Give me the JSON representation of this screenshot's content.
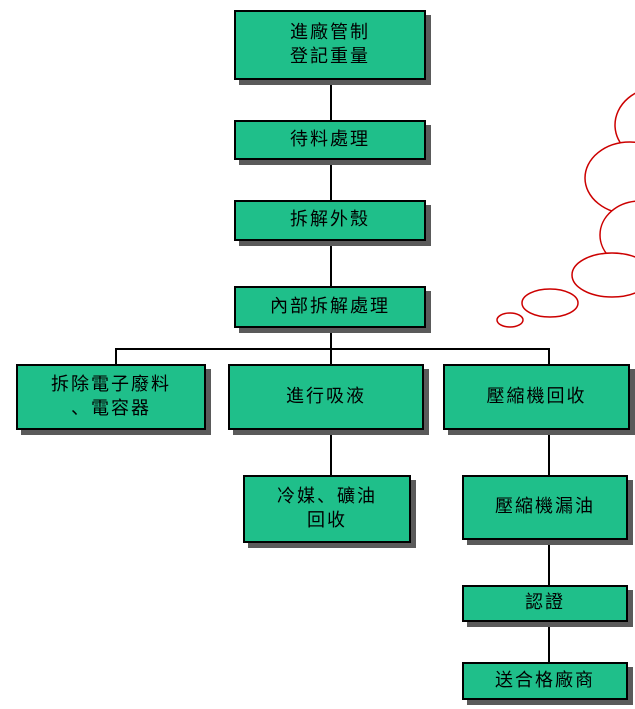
{
  "colors": {
    "box_fill": "#1fbf8a",
    "shadow": "#5a5a5a",
    "line": "#000000",
    "cloud": "#cc0000"
  },
  "nodes": {
    "intake": "進廠管制\n登記重量",
    "waiting": "待料處理",
    "dismantle_shell": "拆解外殼",
    "internal": "內部拆解處理",
    "remove_parts": "拆除電子廢料\n、電容器",
    "suction": "進行吸液",
    "compressor": "壓縮機回收",
    "refrigerant": "冷媒、礦油\n回收",
    "oil_drain": "壓縮機漏油",
    "certify": "認證",
    "send": "送合格廠商"
  }
}
